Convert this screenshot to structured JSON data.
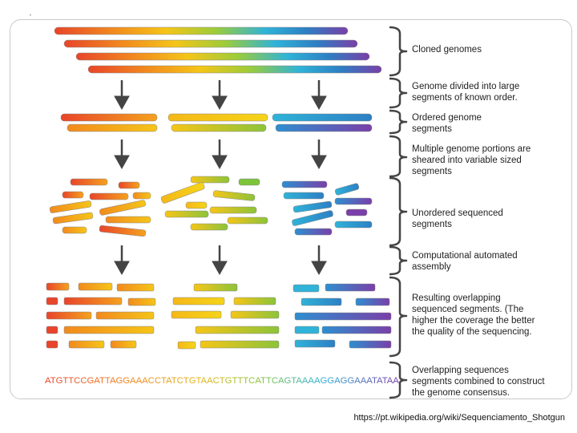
{
  "steps": [
    {
      "label": "Cloned genomes"
    },
    {
      "label": "Genome divided into large\nsegments of known order."
    },
    {
      "label": "Ordered genome\nsegments"
    },
    {
      "label": "Multiple genome portions are\nsheared into variable sized\nsegments"
    },
    {
      "label": "Unordered sequenced\nsegments"
    },
    {
      "label": "Computational automated\nassembly"
    },
    {
      "label": "Resulting overlapping\nsequenced segments. (The\nhigher the coverage the better\nthe quality of the sequencing."
    },
    {
      "label": "Overlapping sequences\nsegments combined to construct\nthe genome consensus."
    }
  ],
  "sequence": "ATGTTCCGATTAGGAAACCTATCTGTAACTGTTTCATTCAGTAAAAGGAGGAAATATAA",
  "source": "https://pt.wikipedia.org/wiki/Sequenciamento_Shotgun",
  "corner_mark": "‘",
  "colors": {
    "spectrum": [
      "#e8452a",
      "#f28a1e",
      "#f5c518",
      "#9ccc3a",
      "#2fb3d8",
      "#2d7fc4",
      "#7a3fa8"
    ],
    "arrow": "#444444",
    "brace": "#444444"
  }
}
